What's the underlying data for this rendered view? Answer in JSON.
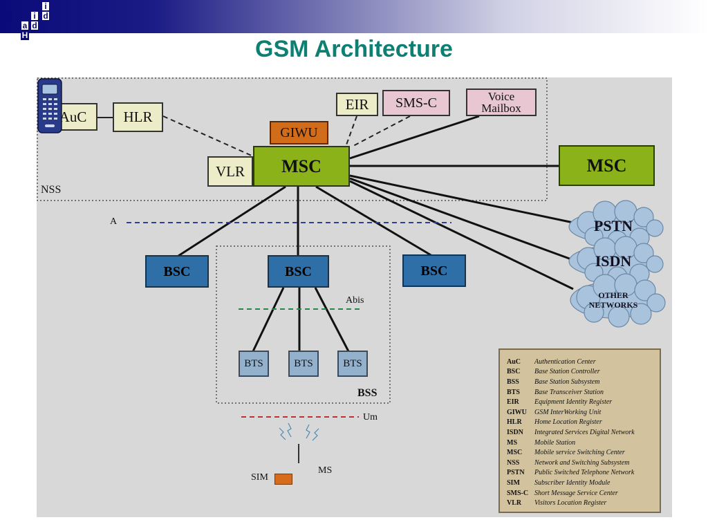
{
  "title": "GSM Architecture",
  "logo": {
    "letters": [
      "i",
      "d",
      "a",
      "i",
      "d",
      "H"
    ]
  },
  "nodes": {
    "auc": "AuC",
    "hlr": "HLR",
    "eir": "EIR",
    "smsc": "SMS-C",
    "voice_mailbox": [
      "Voice",
      "Mailbox"
    ],
    "giwu": "GIWU",
    "vlr": "VLR",
    "msc_main": "MSC",
    "msc_remote": "MSC",
    "pstn": "PSTN",
    "isdn": "ISDN",
    "other_networks": [
      "OTHER",
      "NETWORKS"
    ],
    "bsc_left": "BSC",
    "bsc_center": "BSC",
    "bsc_right": "BSC",
    "bts": [
      "BTS",
      "BTS",
      "BTS"
    ]
  },
  "labels": {
    "nss": "NSS",
    "a_interface": "A",
    "abis": "Abis",
    "bss": "BSS",
    "um": "Um",
    "sim": "SIM",
    "ms": "MS"
  },
  "legend": [
    {
      "abbr": "AuC",
      "def": "Authentication  Center"
    },
    {
      "abbr": "BSC",
      "def": "Base Station Controller"
    },
    {
      "abbr": "BSS",
      "def": "Base Station Subsystem"
    },
    {
      "abbr": "BTS",
      "def": "Base Transceiver Station"
    },
    {
      "abbr": "EIR",
      "def": "Equipment Identity Register"
    },
    {
      "abbr": "GIWU",
      "def": "GSM InterWorking Unit"
    },
    {
      "abbr": "HLR",
      "def": "Home Location Register"
    },
    {
      "abbr": "ISDN",
      "def": "Integrated Services Digital Network"
    },
    {
      "abbr": "MS",
      "def": "Mobile Station"
    },
    {
      "abbr": "MSC",
      "def": "Mobile service Switching Center"
    },
    {
      "abbr": "NSS",
      "def": "Network and Switching Subsystem"
    },
    {
      "abbr": "PSTN",
      "def": "Public Switched Telephone Network"
    },
    {
      "abbr": "SIM",
      "def": "Subscriber Identity Module"
    },
    {
      "abbr": "SMS-C",
      "def": "Short Message Service Center"
    },
    {
      "abbr": "VLR",
      "def": "Visitors Location Register"
    }
  ],
  "colors": {
    "title": "#0e8073",
    "msc_green": "#8cb21a",
    "giwu_orange": "#d06c1a",
    "bsc_blue": "#2f6fa8",
    "bts_blue": "#93b1cc",
    "a_line": "#2b3f99",
    "abis_line": "#1e8a4a",
    "um_line": "#cc2a2a"
  }
}
